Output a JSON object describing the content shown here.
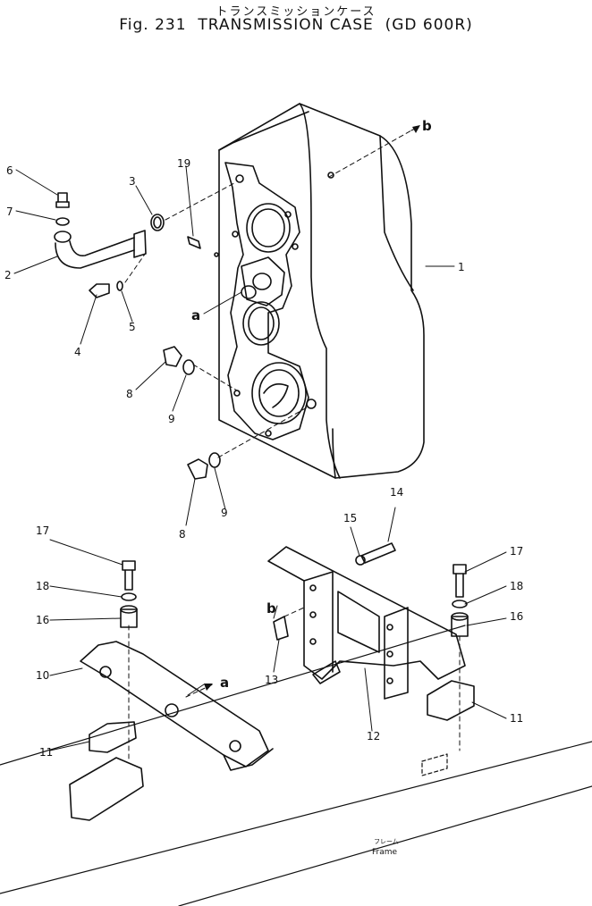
{
  "header": {
    "title_jp": "トランスミッションケース",
    "title": "Fig. 231  TRANSMISSION CASE  (GD 600R)"
  },
  "callouts": {
    "n1": "1",
    "n2": "2",
    "n3": "3",
    "n4": "4",
    "n5": "5",
    "n6": "6",
    "n7": "7",
    "n8a": "8",
    "n8b": "8",
    "n9a": "9",
    "n9b": "9",
    "n10": "10",
    "n11a": "11",
    "n11b": "11",
    "n12": "12",
    "n13": "13",
    "n14": "14",
    "n15": "15",
    "n16a": "16",
    "n16b": "16",
    "n17a": "17",
    "n17b": "17",
    "n18a": "18",
    "n18b": "18",
    "n19": "19"
  },
  "references": {
    "a1": "a",
    "a2": "a",
    "b1": "b",
    "b2": "b"
  },
  "frame_label": {
    "jp": "フレーム",
    "en": "Frame"
  }
}
